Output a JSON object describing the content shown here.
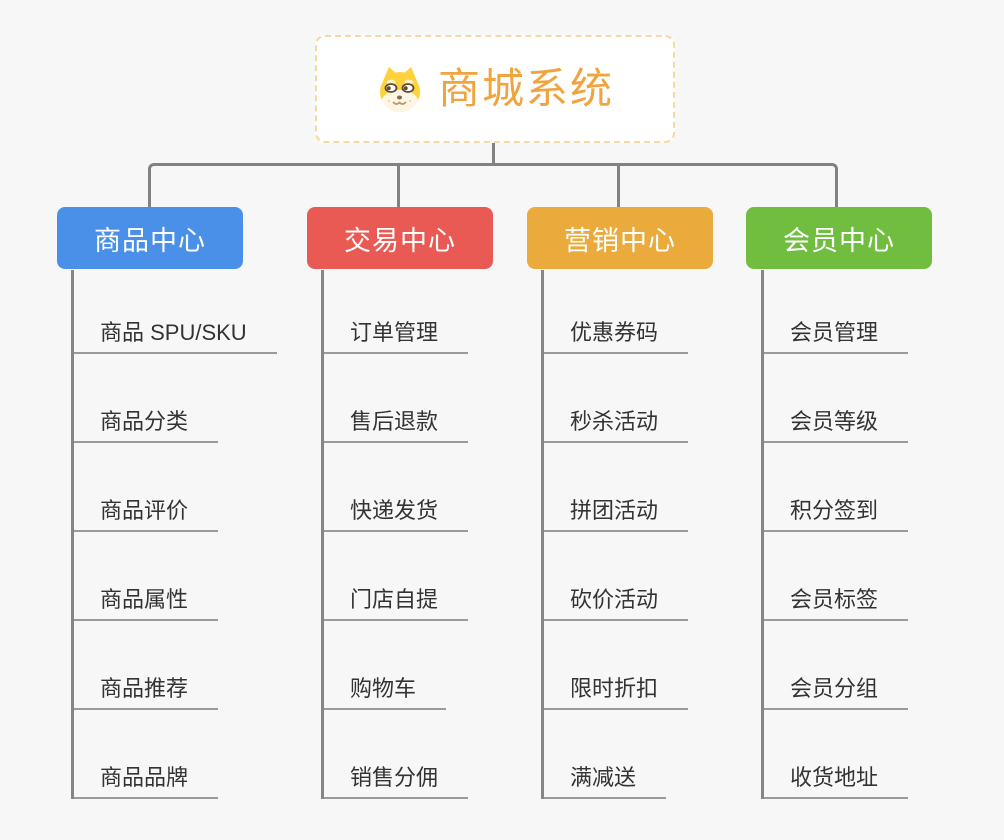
{
  "root": {
    "title": "商城系统",
    "icon": "doge-icon",
    "accent_color": "#f0a43e",
    "border_color": "#f6d9a2"
  },
  "connectors": {
    "line_color": "#828282",
    "underline_color": "#9a9a9a"
  },
  "branches": [
    {
      "label": "商品中心",
      "color": "#4a90e8",
      "items": [
        "商品 SPU/SKU",
        "商品分类",
        "商品评价",
        "商品属性",
        "商品推荐",
        "商品品牌"
      ]
    },
    {
      "label": "交易中心",
      "color": "#ea5a55",
      "items": [
        "订单管理",
        "售后退款",
        "快递发货",
        "门店自提",
        "购物车",
        "销售分佣"
      ]
    },
    {
      "label": "营销中心",
      "color": "#ebab3c",
      "items": [
        "优惠券码",
        "秒杀活动",
        "拼团活动",
        "砍价活动",
        "限时折扣",
        "满减送"
      ]
    },
    {
      "label": "会员中心",
      "color": "#70bd40",
      "items": [
        "会员管理",
        "会员等级",
        "积分签到",
        "会员标签",
        "会员分组",
        "收货地址"
      ]
    }
  ]
}
